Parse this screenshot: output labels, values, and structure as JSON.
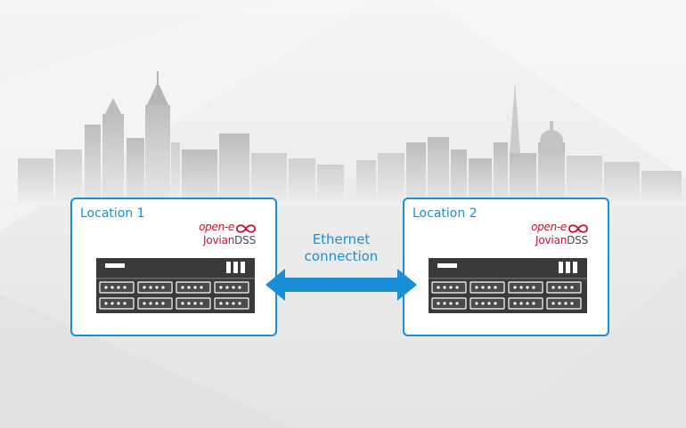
{
  "locations": [
    {
      "title": "Location 1",
      "brand_top": "open-e",
      "brand_a": "Jovian",
      "brand_b": "DSS"
    },
    {
      "title": "Location 2",
      "brand_top": "open-e",
      "brand_a": "Jovian",
      "brand_b": "DSS"
    }
  ],
  "connection": {
    "line1": "Ethernet",
    "line2": "connection"
  },
  "colors": {
    "accent": "#1b8fd6",
    "brand_red": "#c8102e",
    "server": "#3a3a3a",
    "background": "#ebebeb"
  },
  "icons": [
    "city-skyline",
    "server-rack-icon",
    "open-e-logo-icon",
    "double-arrow-icon"
  ]
}
